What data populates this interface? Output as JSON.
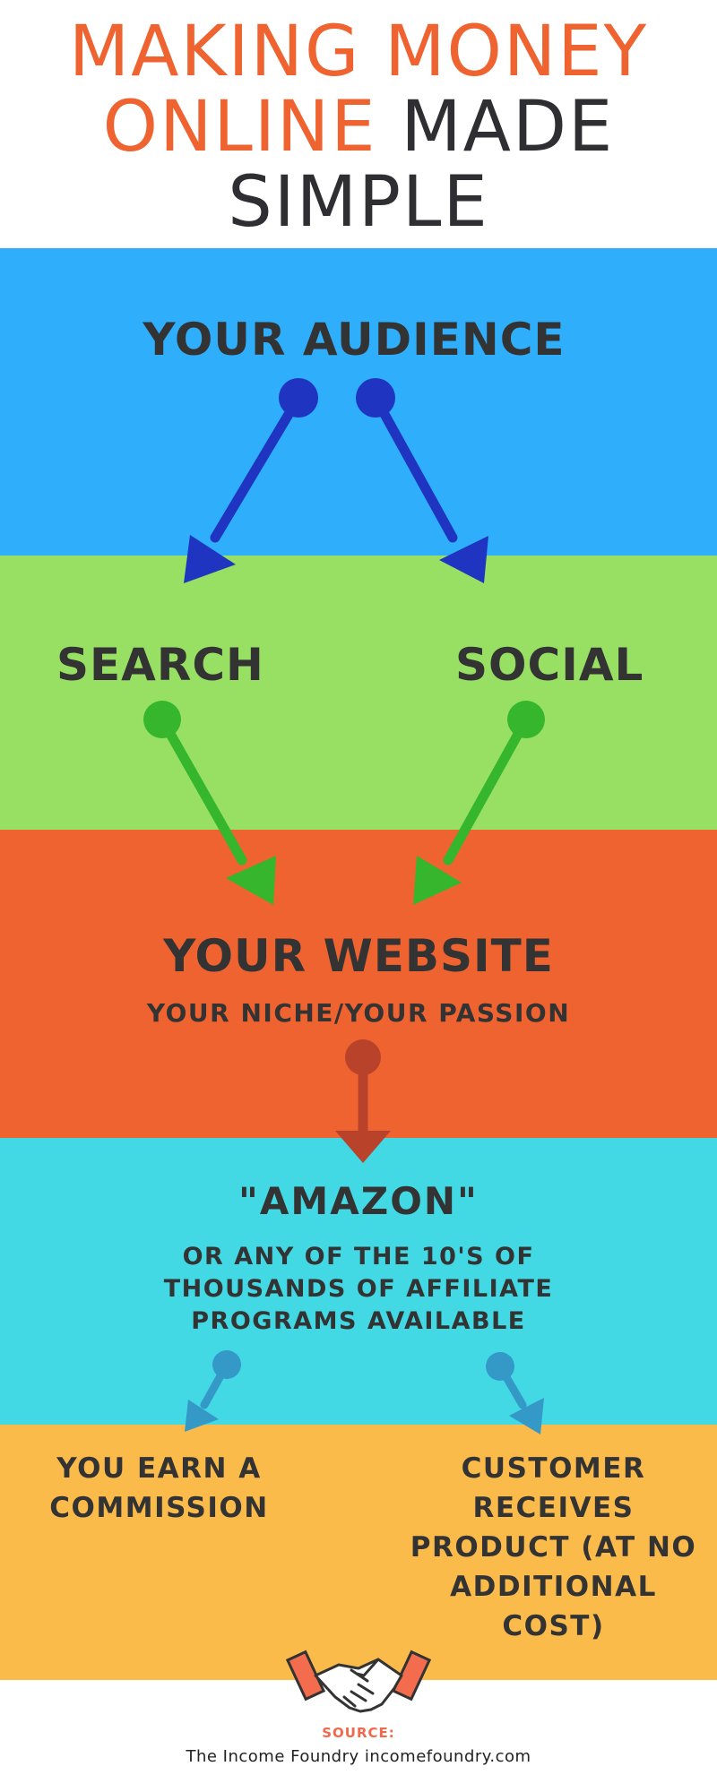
{
  "title": {
    "line1": "MAKING MONEY",
    "line2_highlight": "ONLINE",
    "line2_rest": "MADE",
    "line3": "SIMPLE"
  },
  "sections": {
    "audience": {
      "heading": "YOUR AUDIENCE",
      "color": "#2faefc"
    },
    "traffic": {
      "search": "SEARCH",
      "social": "SOCIAL",
      "color": "#98e063"
    },
    "website": {
      "heading": "YOUR WEBSITE",
      "subheading": "YOUR NICHE/YOUR PASSION",
      "color": "#ef6331"
    },
    "amazon": {
      "heading": "\"AMAZON\"",
      "description_lines": [
        "OR ANY OF THE 10'S OF",
        "THOUSANDS OF AFFILIATE",
        "PROGRAMS AVAILABLE"
      ],
      "color": "#42d8e4"
    },
    "results": {
      "commission_lines": [
        "YOU EARN A",
        "COMMISSION"
      ],
      "customer_lines": [
        "CUSTOMER",
        "RECEIVES",
        "PRODUCT (AT NO",
        "ADDITIONAL",
        "COST)"
      ],
      "color": "#fbbb4b"
    }
  },
  "footer": {
    "icon": "handshake-icon",
    "source_label": "SOURCE:",
    "source_text": "The Income Foundry  incomefoundry.com"
  },
  "arrow_colors": {
    "audience": "#1f35c2",
    "traffic": "#35b62c",
    "website": "#b9432a",
    "amazon": "#3599c8"
  }
}
